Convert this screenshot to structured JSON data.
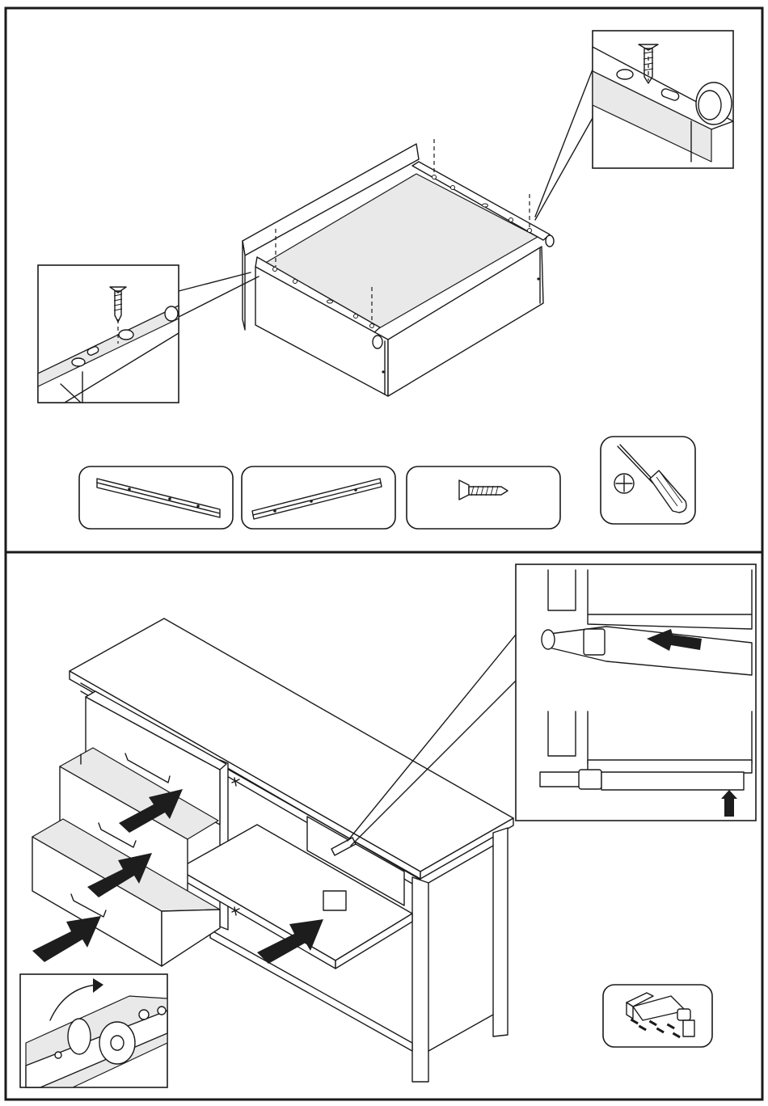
{
  "document": {
    "type": "assembly-instructions",
    "steps": [
      {
        "id": "drawer-runner-mounting",
        "parts": [
          {
            "id": "runner-left",
            "icon": "drawer-runner-left-icon"
          },
          {
            "id": "runner-right",
            "icon": "drawer-runner-right-icon"
          },
          {
            "id": "screw",
            "icon": "countersunk-screw-icon"
          }
        ],
        "tools": [
          {
            "id": "phillips-screwdriver",
            "icon": "phillips-screwdriver-icon"
          }
        ]
      },
      {
        "id": "insert-drawers-and-shelf",
        "parts": [
          {
            "id": "push-latch",
            "icon": "push-latch-with-screws-icon"
          }
        ],
        "details": [
          "runner-wheel-rotation-detail",
          "push-latch-installation-detail"
        ]
      }
    ]
  },
  "colors": {
    "line": "#1a1a1a",
    "arrow": "#1d1d1d",
    "paper": "#ffffff",
    "shade": "#e9e9e9"
  }
}
